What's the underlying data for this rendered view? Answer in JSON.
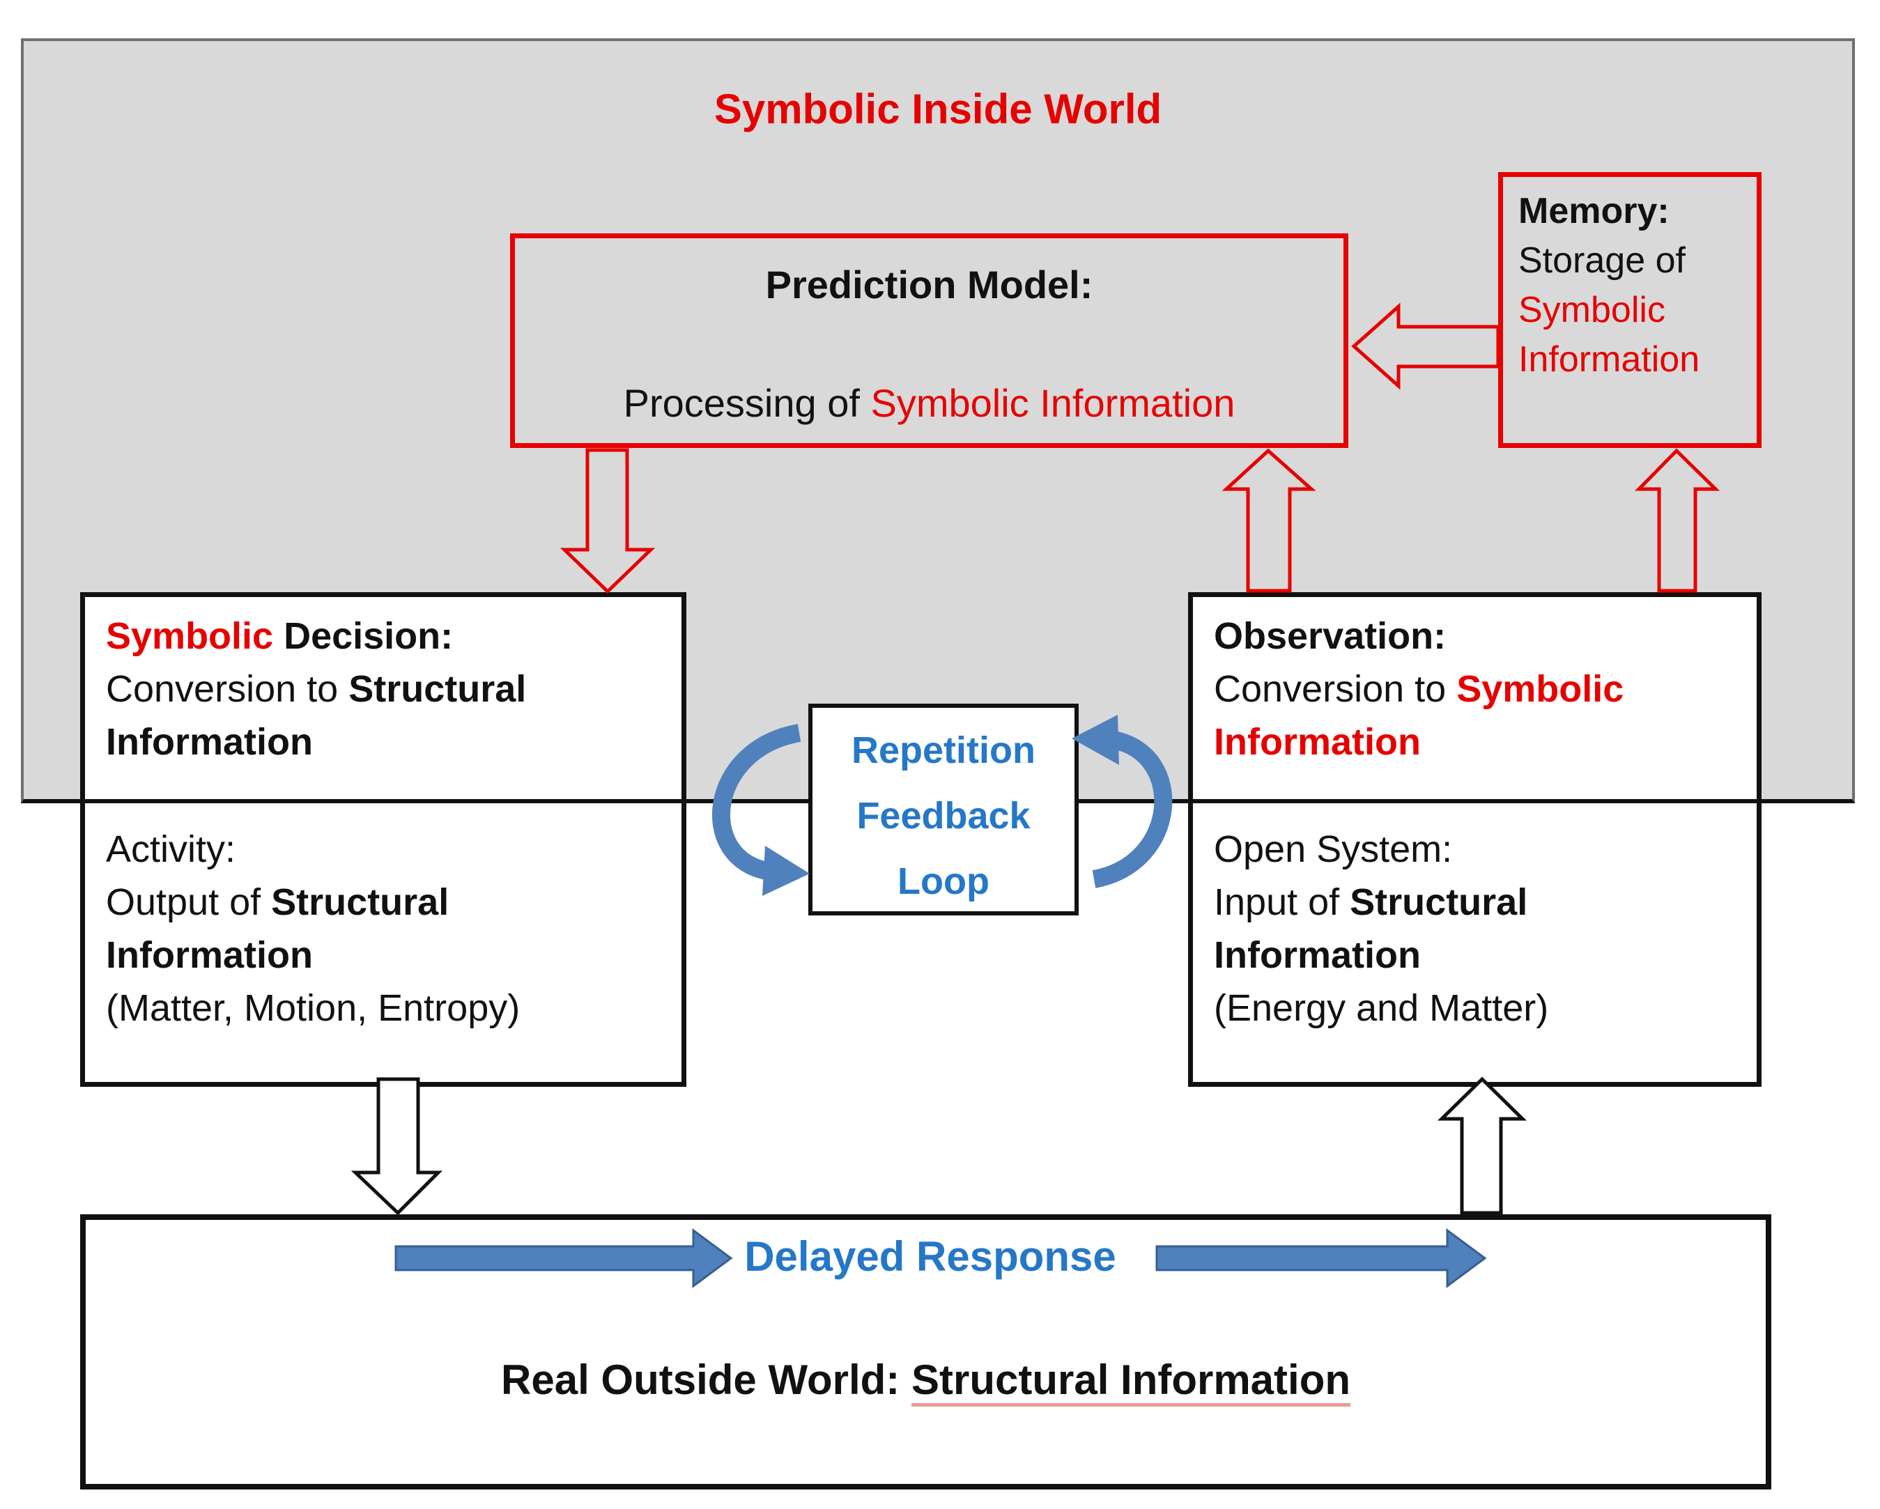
{
  "colors": {
    "red": "#e60000",
    "blue_text": "#2577c8",
    "arrow_blue": "#4f81bd",
    "gray_background": "#d9d9d9",
    "black": "#111111"
  },
  "inside_world": {
    "title": "Symbolic Inside World"
  },
  "prediction_model": {
    "title_rich": [
      {
        "t": "Prediction Model:",
        "b": 1
      }
    ],
    "body_rich": [
      {
        "t": "Processing of "
      },
      {
        "t": "Symbolic Information",
        "c": "red"
      }
    ]
  },
  "memory": {
    "lines": [
      [
        {
          "t": "Memory:",
          "b": 1
        }
      ],
      [
        {
          "t": "Storage of"
        }
      ],
      [
        {
          "t": "Symbolic",
          "c": "red"
        }
      ],
      [
        {
          "t": "Information",
          "c": "red"
        }
      ]
    ]
  },
  "decision": {
    "top_lines": [
      [
        {
          "t": "Symbolic",
          "b": 1,
          "c": "red"
        },
        {
          "t": " Decision:",
          "b": 1
        }
      ],
      [
        {
          "t": "Conversion to "
        },
        {
          "t": "Structural",
          "b": 1
        }
      ],
      [
        {
          "t": "Information",
          "b": 1
        }
      ]
    ],
    "bottom_lines": [
      [
        {
          "t": "Activity:"
        }
      ],
      [
        {
          "t": "Output of "
        },
        {
          "t": "Structural",
          "b": 1
        }
      ],
      [
        {
          "t": "Information",
          "b": 1
        }
      ],
      [
        {
          "t": "(Matter, Motion, Entropy)"
        }
      ]
    ]
  },
  "observation": {
    "top_lines": [
      [
        {
          "t": "Observation:",
          "b": 1
        }
      ],
      [
        {
          "t": "Conversion to "
        },
        {
          "t": "Symbolic",
          "b": 1,
          "c": "red"
        }
      ],
      [
        {
          "t": "Information",
          "b": 1,
          "c": "red"
        }
      ]
    ],
    "bottom_lines": [
      [
        {
          "t": "Open System:"
        }
      ],
      [
        {
          "t": "Input of "
        },
        {
          "t": "Structural",
          "b": 1
        }
      ],
      [
        {
          "t": "Information",
          "b": 1
        }
      ],
      [
        {
          "t": "(Energy and Matter)"
        }
      ]
    ]
  },
  "feedback_loop": {
    "lines": [
      "Repetition",
      "Feedback",
      "Loop"
    ]
  },
  "outside_world": {
    "delayed_label": "Delayed Response",
    "caption_rich": [
      {
        "t": "Real Outside World: ",
        "b": 1
      },
      {
        "t": "Structural Information",
        "b": 1,
        "u": 1
      }
    ]
  }
}
